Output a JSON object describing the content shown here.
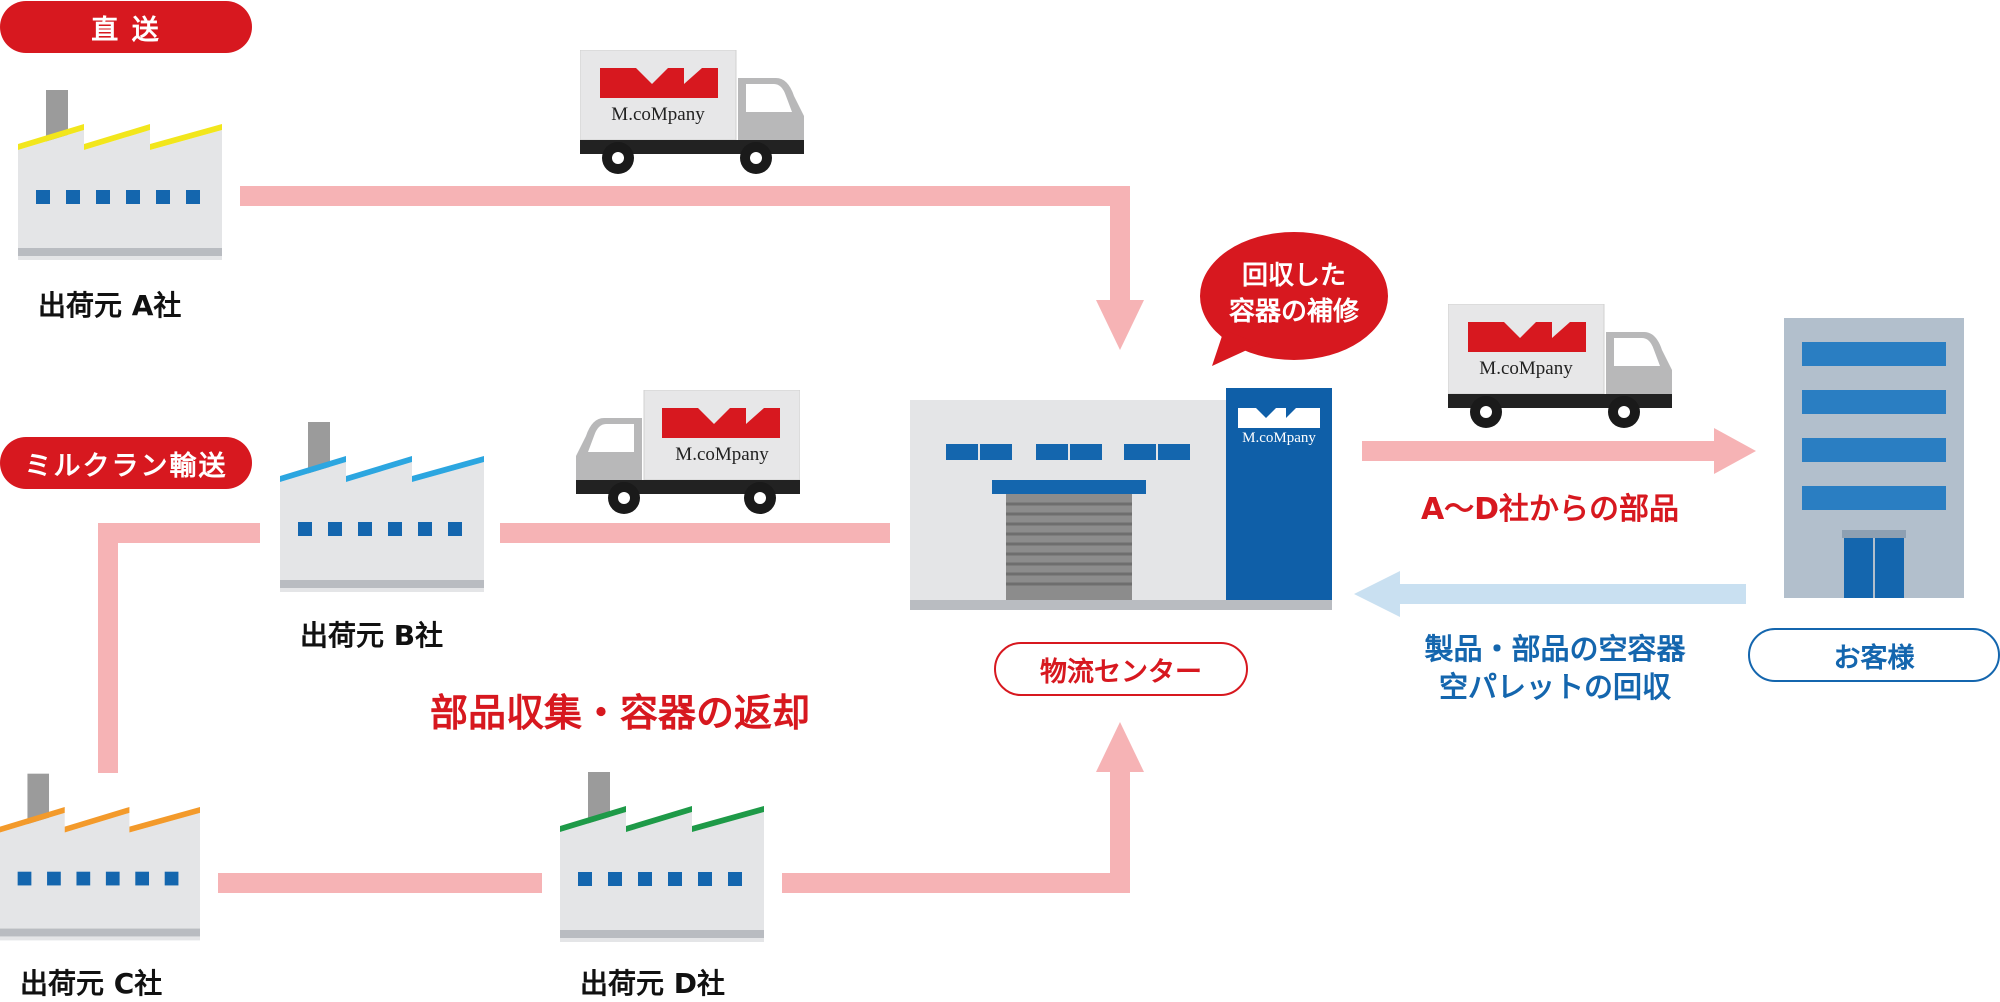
{
  "tags": {
    "direct": "直 送",
    "milkrun": "ミルクラン輸送"
  },
  "factories": {
    "a": "出荷元 A社",
    "b": "出荷元 B社",
    "c": "出荷元 C社",
    "d": "出荷元 D社"
  },
  "truck_brand": "M.coMpany",
  "warehouse_brand": "M.coMpany",
  "center_label": "物流センター",
  "bubble": {
    "line1": "回収した",
    "line2": "容器の補修"
  },
  "customer_label": "お客様",
  "flows": {
    "parts_from": "A〜D社からの部品",
    "collection": "部品収集・容器の返却",
    "return_line1": "製品・部品の空容器",
    "return_line2": "空パレットの回収"
  },
  "colors": {
    "accent_red": "#d7181f",
    "flow_pink": "#f6b3b5",
    "return_blue": "#c9e0f1",
    "brand_blue": "#1466ae",
    "factory_a": "#f2e61c",
    "factory_b": "#2ca6e0",
    "factory_c": "#f39a2b",
    "factory_d": "#1e9a48"
  }
}
